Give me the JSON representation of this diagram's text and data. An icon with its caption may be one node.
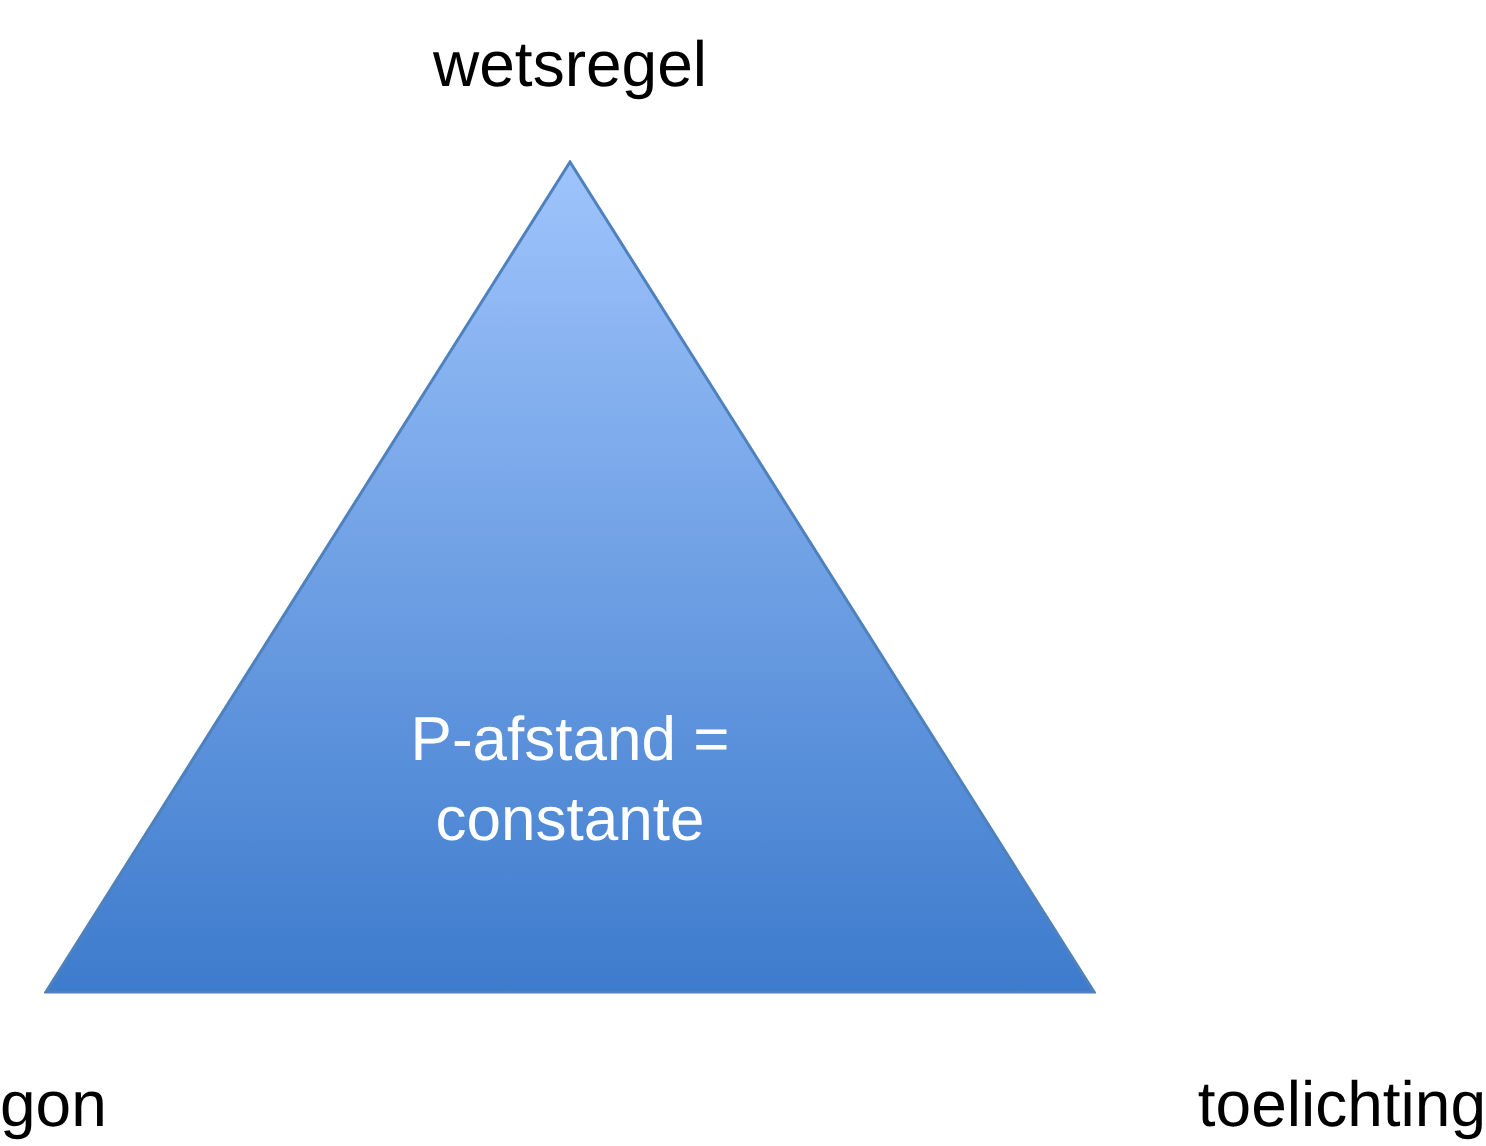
{
  "diagram": {
    "nodes": [
      {
        "text": [
          "P-afstand = constante"
        ]
      }
    ],
    "labels": [
      "wetsregel",
      "gon",
      "toelichting"
    ]
  }
}
